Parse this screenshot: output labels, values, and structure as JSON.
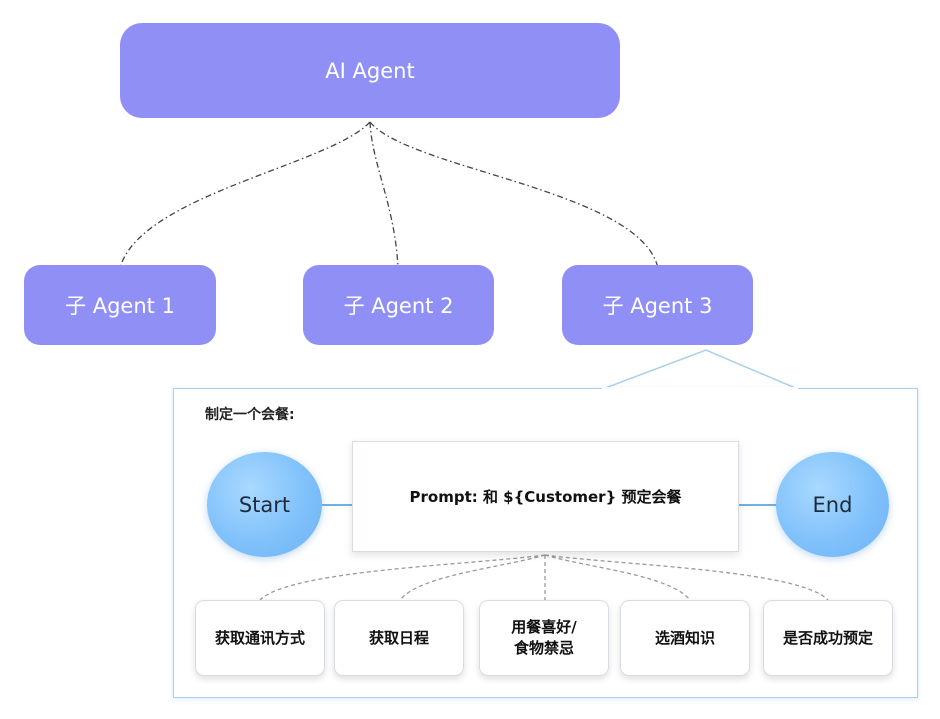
{
  "top_node": {
    "label": "AI Agent"
  },
  "sub_agents": [
    {
      "label": "子 Agent 1"
    },
    {
      "label": "子 Agent 2"
    },
    {
      "label": "子 Agent 3"
    }
  ],
  "detail_panel": {
    "title": "制定一个会餐:",
    "start_label": "Start",
    "prompt_text": "Prompt: 和 ${Customer} 预定会餐",
    "end_label": "End",
    "tasks": [
      {
        "lines": [
          "获取通讯方式"
        ]
      },
      {
        "lines": [
          "获取日程"
        ]
      },
      {
        "lines": [
          "用餐喜好/",
          "食物禁忌"
        ]
      },
      {
        "lines": [
          "选酒知识"
        ]
      },
      {
        "lines": [
          "是否成功预定"
        ]
      }
    ]
  },
  "colors": {
    "agent_fill": "#8f8ff6",
    "circle_fill": "#80c1fb",
    "panel_border": "#a9cfee",
    "connector": "#444444"
  }
}
